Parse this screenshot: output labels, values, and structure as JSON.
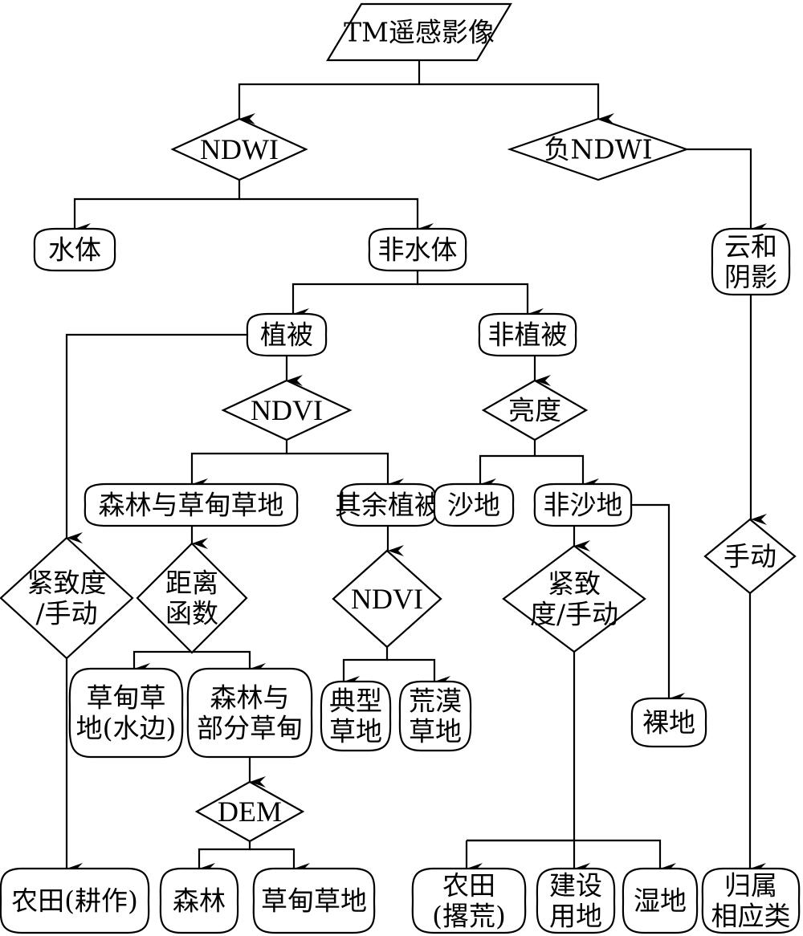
{
  "diagram": {
    "title": "TM遥感影像分类流程",
    "nodes": [
      {
        "id": "tm",
        "type": "data",
        "lines": [
          "TM遥感影像"
        ]
      },
      {
        "id": "ndwi",
        "type": "decision",
        "lines": [
          "NDWI"
        ]
      },
      {
        "id": "neg_ndwi",
        "type": "decision",
        "lines": [
          "负NDWI"
        ]
      },
      {
        "id": "water",
        "type": "terminal",
        "lines": [
          "水体"
        ]
      },
      {
        "id": "nonwater",
        "type": "terminal",
        "lines": [
          "非水体"
        ]
      },
      {
        "id": "cloud",
        "type": "terminal",
        "lines": [
          "云和",
          "阴影"
        ]
      },
      {
        "id": "veg",
        "type": "terminal",
        "lines": [
          "植被"
        ]
      },
      {
        "id": "nonveg",
        "type": "terminal",
        "lines": [
          "非植被"
        ]
      },
      {
        "id": "ndvi1",
        "type": "decision",
        "lines": [
          "NDVI"
        ]
      },
      {
        "id": "bright",
        "type": "decision",
        "lines": [
          "亮度"
        ]
      },
      {
        "id": "forest_grass",
        "type": "terminal",
        "lines": [
          "森林与草甸草地"
        ]
      },
      {
        "id": "other_veg",
        "type": "terminal",
        "lines": [
          "其余植被"
        ]
      },
      {
        "id": "sand",
        "type": "terminal",
        "lines": [
          "沙地"
        ]
      },
      {
        "id": "nonsand",
        "type": "terminal",
        "lines": [
          "非沙地"
        ]
      },
      {
        "id": "compact1",
        "type": "decision",
        "lines": [
          "紧致度",
          "/手动"
        ]
      },
      {
        "id": "distance",
        "type": "decision",
        "lines": [
          "距离",
          "函数"
        ]
      },
      {
        "id": "ndvi2",
        "type": "decision",
        "lines": [
          "NDVI"
        ]
      },
      {
        "id": "compact2",
        "type": "decision",
        "lines": [
          "紧致",
          "度/手动"
        ]
      },
      {
        "id": "manual",
        "type": "decision",
        "lines": [
          "手动"
        ]
      },
      {
        "id": "meadow_water",
        "type": "terminal",
        "lines": [
          "草甸草",
          "地(水边)"
        ]
      },
      {
        "id": "forest_part",
        "type": "terminal",
        "lines": [
          "森林与",
          "部分草甸"
        ]
      },
      {
        "id": "typical",
        "type": "terminal",
        "lines": [
          "典型",
          "草地"
        ]
      },
      {
        "id": "desert",
        "type": "terminal",
        "lines": [
          "荒漠",
          "草地"
        ]
      },
      {
        "id": "bare",
        "type": "terminal",
        "lines": [
          "裸地"
        ]
      },
      {
        "id": "dem",
        "type": "decision",
        "lines": [
          "DEM"
        ]
      },
      {
        "id": "farm_till",
        "type": "terminal",
        "lines": [
          "农田(耕作)"
        ]
      },
      {
        "id": "forest",
        "type": "terminal",
        "lines": [
          "森林"
        ]
      },
      {
        "id": "meadow",
        "type": "terminal",
        "lines": [
          "草甸草地"
        ]
      },
      {
        "id": "farm_aband",
        "type": "terminal",
        "lines": [
          "农田",
          "(撂荒)"
        ]
      },
      {
        "id": "construct",
        "type": "terminal",
        "lines": [
          "建设",
          "用地"
        ]
      },
      {
        "id": "wetland",
        "type": "terminal",
        "lines": [
          "湿地"
        ]
      },
      {
        "id": "assign",
        "type": "terminal",
        "lines": [
          "归属",
          "相应类"
        ]
      }
    ],
    "edges": [
      {
        "from": "tm",
        "to": "ndwi"
      },
      {
        "from": "tm",
        "to": "neg_ndwi"
      },
      {
        "from": "ndwi",
        "to": "water"
      },
      {
        "from": "ndwi",
        "to": "nonwater"
      },
      {
        "from": "neg_ndwi",
        "to": "cloud"
      },
      {
        "from": "nonwater",
        "to": "veg"
      },
      {
        "from": "nonwater",
        "to": "nonveg"
      },
      {
        "from": "veg",
        "to": "ndvi1"
      },
      {
        "from": "veg",
        "to": "compact1"
      },
      {
        "from": "nonveg",
        "to": "bright"
      },
      {
        "from": "ndvi1",
        "to": "forest_grass"
      },
      {
        "from": "ndvi1",
        "to": "other_veg"
      },
      {
        "from": "bright",
        "to": "sand"
      },
      {
        "from": "bright",
        "to": "nonsand"
      },
      {
        "from": "cloud",
        "to": "manual"
      },
      {
        "from": "forest_grass",
        "to": "distance"
      },
      {
        "from": "other_veg",
        "to": "ndvi2"
      },
      {
        "from": "nonsand",
        "to": "compact2"
      },
      {
        "from": "nonsand",
        "to": "bare"
      },
      {
        "from": "distance",
        "to": "meadow_water"
      },
      {
        "from": "distance",
        "to": "forest_part"
      },
      {
        "from": "ndvi2",
        "to": "typical"
      },
      {
        "from": "ndvi2",
        "to": "desert"
      },
      {
        "from": "forest_part",
        "to": "dem"
      },
      {
        "from": "compact1",
        "to": "farm_till"
      },
      {
        "from": "dem",
        "to": "forest"
      },
      {
        "from": "dem",
        "to": "meadow"
      },
      {
        "from": "compact2",
        "to": "farm_aband"
      },
      {
        "from": "compact2",
        "to": "construct"
      },
      {
        "from": "compact2",
        "to": "wetland"
      },
      {
        "from": "manual",
        "to": "assign"
      }
    ]
  }
}
